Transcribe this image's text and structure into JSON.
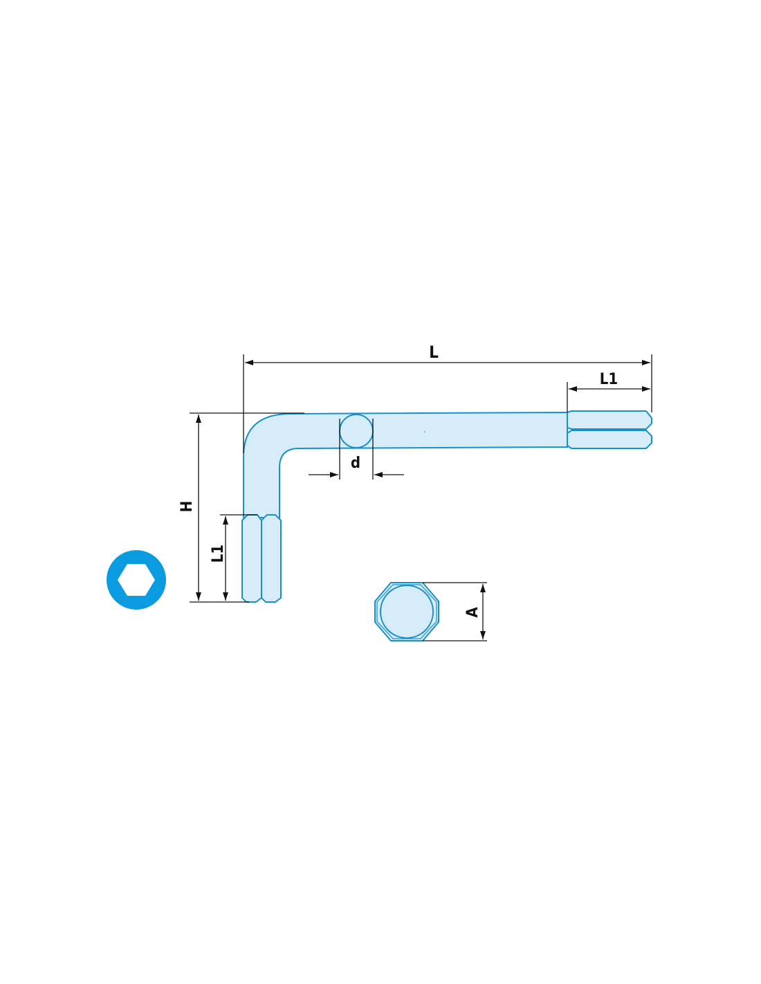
{
  "labels": {
    "length": "L",
    "tip_length_top": "L1",
    "tip_length_side": "L1",
    "height": "H",
    "diameter": "d",
    "across_flats": "A"
  },
  "colors": {
    "outline": "#1a8fc9",
    "fill": "#d6ecf8",
    "icon_circle": "#0a9be0",
    "icon_hex": "#ffffff",
    "dimension_line": "#111111"
  },
  "icons": {
    "profile_badge": "hexagon-socket-icon"
  }
}
